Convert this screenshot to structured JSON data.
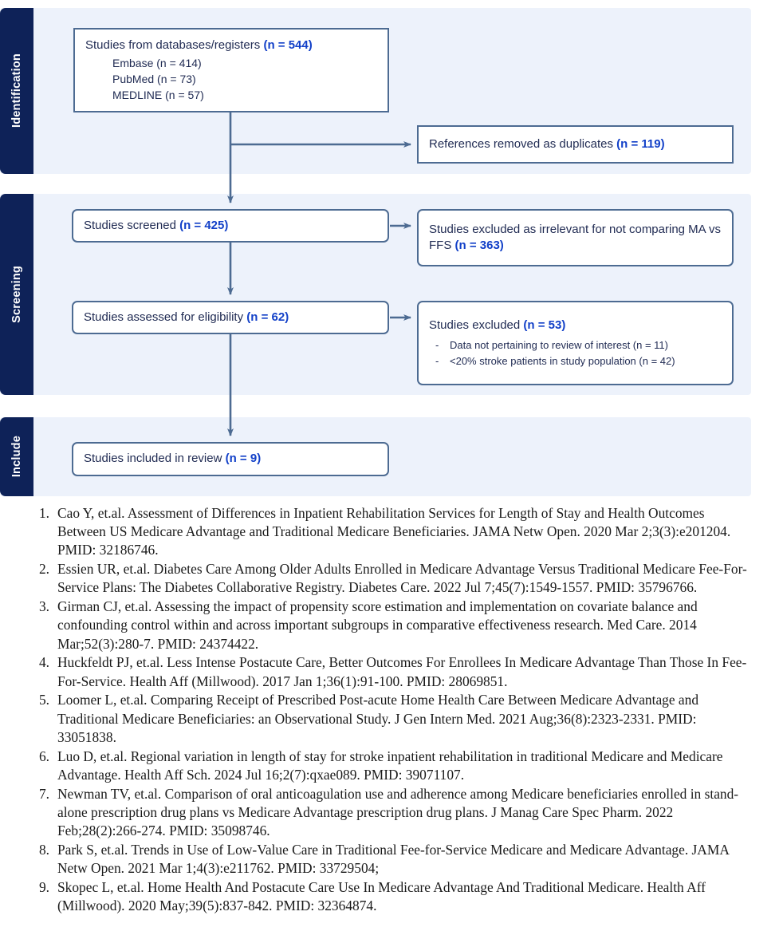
{
  "diagram": {
    "type": "prisma-flow-diagram",
    "colors": {
      "stage_tab_bg": "#0E2258",
      "stage_band_bg": "#EDF2FB",
      "box_border": "#4D6B92",
      "box_bg": "#FFFFFF",
      "text": "#1F2A52",
      "count_accent": "#1240C8",
      "connector": "#4D6B92"
    },
    "stages": [
      {
        "id": "identification",
        "label": "Identification"
      },
      {
        "id": "screening",
        "label": "Screening"
      },
      {
        "id": "include",
        "label": "Include"
      }
    ],
    "boxes": {
      "databases": {
        "title": "Studies from databases/registers",
        "count": "(n = 544)",
        "sources": [
          "Embase (n = 414)",
          "PubMed (n = 73)",
          "MEDLINE (n = 57)"
        ]
      },
      "duplicates": {
        "title": "References removed as duplicates",
        "count": "(n = 119)"
      },
      "screened": {
        "title": "Studies screened",
        "count": "(n = 425)"
      },
      "excluded_irrelevant": {
        "title": "Studies excluded as irrelevant for not comparing MA vs FFS",
        "count": "(n = 363)"
      },
      "eligibility": {
        "title": "Studies assessed for eligibility",
        "count": "(n = 62)"
      },
      "excluded_eligibility": {
        "title": "Studies excluded",
        "count": "(n = 53)",
        "reasons": [
          "Data not pertaining to review of interest (n = 11)",
          "<20% stroke patients in study population (n = 42)"
        ]
      },
      "included": {
        "title": "Studies included in review",
        "count": "(n = 9)"
      }
    }
  },
  "references": [
    "Cao Y, et.al. Assessment of Differences in Inpatient Rehabilitation Services for Length of Stay and Health Outcomes Between US Medicare Advantage and Traditional Medicare Beneficiaries. JAMA Netw Open. 2020 Mar 2;3(3):e201204. PMID: 32186746.",
    "Essien UR, et.al. Diabetes Care Among Older Adults Enrolled in Medicare Advantage Versus Traditional Medicare Fee-For-Service Plans: The Diabetes Collaborative Registry. Diabetes Care. 2022 Jul 7;45(7):1549-1557. PMID: 35796766.",
    "Girman CJ, et.al. Assessing the impact of propensity score estimation and implementation on covariate balance and confounding control within and across important subgroups in comparative effectiveness research. Med Care. 2014 Mar;52(3):280-7. PMID: 24374422.",
    "Huckfeldt PJ, et.al. Less Intense Postacute Care, Better Outcomes For Enrollees In Medicare Advantage Than Those In Fee-For-Service. Health Aff (Millwood). 2017 Jan 1;36(1):91-100. PMID: 28069851.",
    "Loomer L, et.al. Comparing Receipt of Prescribed Post-acute Home Health Care Between Medicare Advantage and Traditional Medicare Beneficiaries: an Observational Study. J Gen Intern Med. 2021 Aug;36(8):2323-2331. PMID: 33051838.",
    "Luo D, et.al. Regional variation in length of stay for stroke inpatient rehabilitation in traditional Medicare and Medicare Advantage. Health Aff Sch. 2024 Jul 16;2(7):qxae089. PMID: 39071107.",
    "Newman TV, et.al. Comparison of oral anticoagulation use and adherence among Medicare beneficiaries enrolled in stand-alone prescription drug plans vs Medicare Advantage prescription drug plans. J Manag Care Spec Pharm. 2022 Feb;28(2):266-274. PMID: 35098746.",
    "Park S, et.al. Trends in Use of Low-Value Care in Traditional Fee-for-Service Medicare and Medicare Advantage. JAMA Netw Open. 2021 Mar 1;4(3):e211762. PMID: 33729504;",
    "Skopec L, et.al. Home Health And Postacute Care Use In Medicare Advantage And Traditional Medicare. Health Aff (Millwood). 2020 May;39(5):837-842. PMID: 32364874."
  ]
}
